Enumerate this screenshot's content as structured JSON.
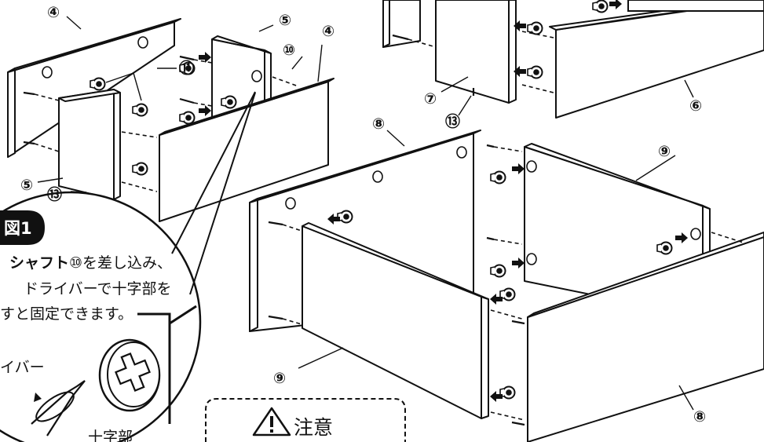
{
  "part_labels": {
    "p4_left": "④",
    "p4_right": "④",
    "p5_top": "⑤",
    "p5_bottom": "⑤",
    "p6": "⑥",
    "p7": "⑦",
    "p8_top": "⑧",
    "p8_bottom": "⑧",
    "p9_top": "⑨",
    "p9_bottom": "⑨",
    "p10": "⑩",
    "p11": "⑪",
    "p13_left": "⑬",
    "p13_top": "⑬"
  },
  "figure_badge": "図1",
  "callout": {
    "line1_bold": "シャフト",
    "line1_rest": "⑩を差し込み、",
    "line2": "ドライバーで十字部を",
    "line3": "すと固定できます。",
    "driver_label": "イバー",
    "cross_label": "十字部"
  },
  "caution_title": "注意"
}
